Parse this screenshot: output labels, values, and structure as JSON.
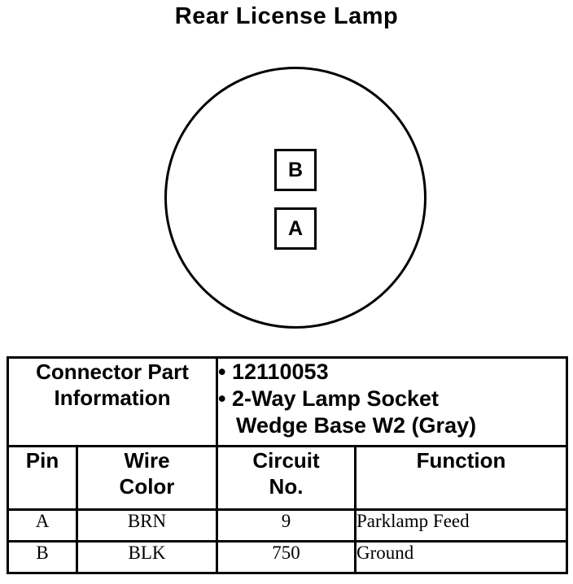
{
  "title": "Rear License Lamp",
  "connector": {
    "pin_b": "B",
    "pin_a": "A"
  },
  "part_info": {
    "label_line1": "Connector Part",
    "label_line2": "Information",
    "part_number": "• 12110053",
    "description_line1": "• 2-Way Lamp Socket",
    "description_line2": "Wedge Base W2 (Gray)"
  },
  "columns": {
    "pin": "Pin",
    "wire_color_line1": "Wire",
    "wire_color_line2": "Color",
    "circuit_line1": "Circuit",
    "circuit_line2": "No.",
    "function": "Function"
  },
  "rows": [
    {
      "pin": "A",
      "wire_color": "BRN",
      "circuit": "9",
      "function": "Parklamp Feed"
    },
    {
      "pin": "B",
      "wire_color": "BLK",
      "circuit": "750",
      "function": "Ground"
    }
  ]
}
